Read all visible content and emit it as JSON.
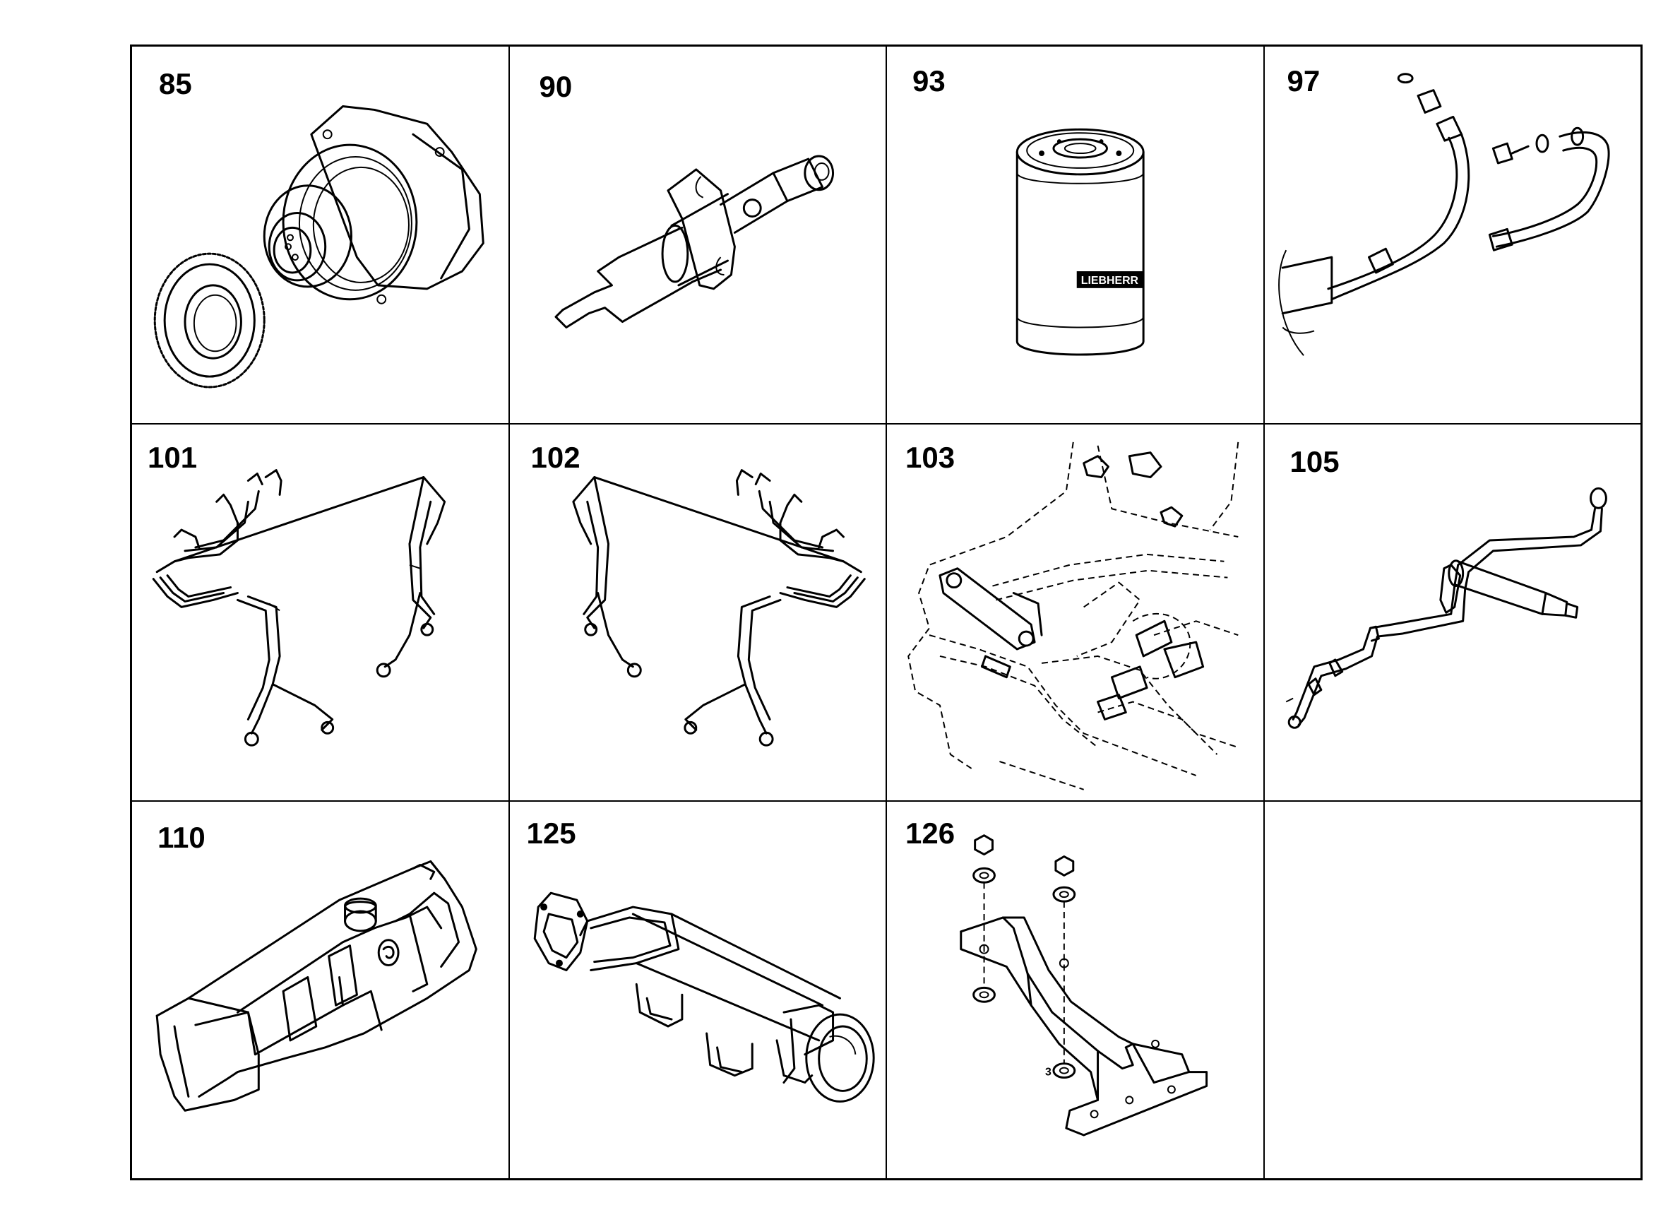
{
  "parts": [
    {
      "number": "85",
      "icon": "gear-pump-icon"
    },
    {
      "number": "90",
      "icon": "injector-icon"
    },
    {
      "number": "93",
      "icon": "oil-filter-icon"
    },
    {
      "number": "97",
      "icon": "hose-lines-icon"
    },
    {
      "number": "101",
      "icon": "injection-lines-left-icon"
    },
    {
      "number": "102",
      "icon": "injection-lines-right-icon"
    },
    {
      "number": "103",
      "icon": "mounting-bracket-icon"
    },
    {
      "number": "105",
      "icon": "nozzle-line-icon"
    },
    {
      "number": "110",
      "icon": "manifold-icon"
    },
    {
      "number": "125",
      "icon": "egr-cooler-icon"
    },
    {
      "number": "126",
      "icon": "support-bracket-icon"
    },
    {
      "number": "",
      "icon": ""
    }
  ],
  "part_126": {
    "callout": "3"
  },
  "part_93": {
    "brand_text": "LIEBHERR"
  }
}
